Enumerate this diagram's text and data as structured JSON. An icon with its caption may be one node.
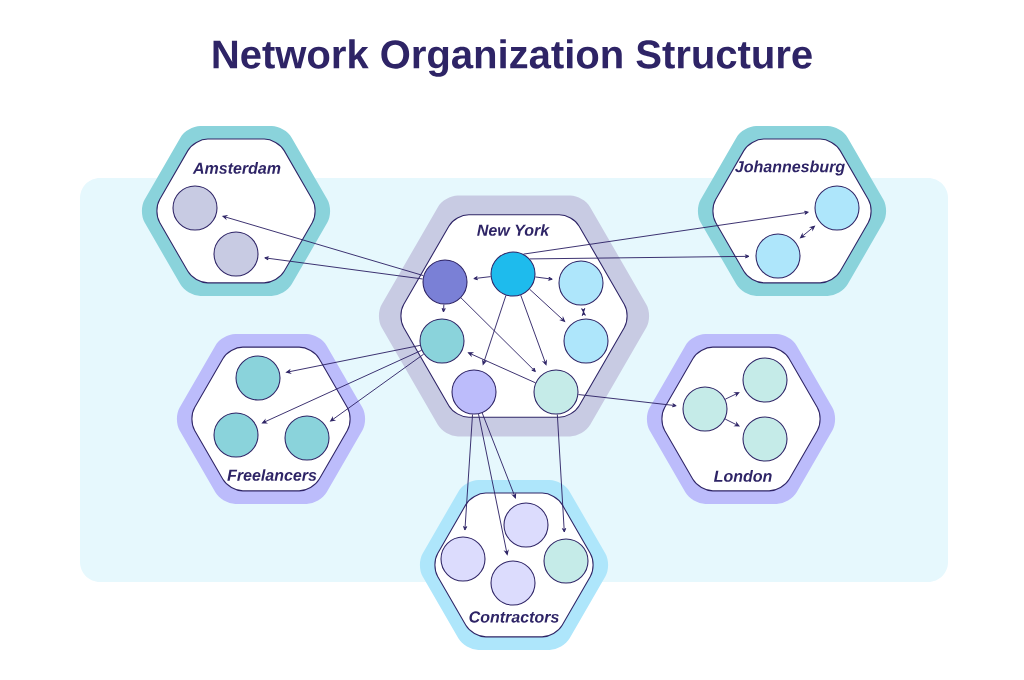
{
  "diagram": {
    "title": "Network Organization Structure",
    "nodes": [
      {
        "text": [
          "Amsterdam"
        ]
      },
      {
        "text": [],
        "shape": "circle",
        "in": 0
      },
      {
        "text": [],
        "shape": "circle",
        "in": 0
      },
      {
        "text": [
          "Johannesburg"
        ]
      },
      {
        "text": [],
        "shape": "circle",
        "in": 3
      },
      {
        "text": [],
        "shape": "circle",
        "in": 3
      },
      {
        "text": [
          "New York"
        ]
      },
      {
        "text": [],
        "shape": "circle",
        "in": 6
      },
      {
        "text": [],
        "shape": "circle",
        "in": 6
      },
      {
        "text": [],
        "shape": "circle",
        "in": 6
      },
      {
        "text": [],
        "shape": "circle",
        "in": 6
      },
      {
        "text": [],
        "shape": "circle",
        "in": 6
      },
      {
        "text": [],
        "shape": "circle",
        "in": 6
      },
      {
        "text": [],
        "shape": "circle",
        "in": 6
      },
      {
        "text": [
          "Freelancers"
        ]
      },
      {
        "text": [],
        "shape": "circle",
        "in": 14
      },
      {
        "text": [],
        "shape": "circle",
        "in": 14
      },
      {
        "text": [],
        "shape": "circle",
        "in": 14
      },
      {
        "text": [
          "London"
        ]
      },
      {
        "text": [],
        "shape": "circle",
        "in": 18
      },
      {
        "text": [],
        "shape": "circle",
        "in": 18
      },
      {
        "text": [],
        "shape": "circle",
        "in": 18
      },
      {
        "text": [
          "Contractors"
        ]
      },
      {
        "text": [],
        "shape": "circle",
        "in": 22
      },
      {
        "text": [],
        "shape": "circle",
        "in": 22
      },
      {
        "text": [],
        "shape": "circle",
        "in": 22
      },
      {
        "text": [],
        "shape": "circle",
        "in": 22
      }
    ],
    "edges": [
      {
        "from": 7,
        "to": 1,
        "arrow": "to"
      },
      {
        "from": 7,
        "to": 2,
        "arrow": "to"
      },
      {
        "from": 8,
        "to": 4,
        "arrow": "to"
      },
      {
        "from": 8,
        "to": 5,
        "arrow": "to"
      },
      {
        "from": 5,
        "to": 4,
        "arrow": "both"
      },
      {
        "from": 8,
        "to": 7,
        "arrow": "to"
      },
      {
        "from": 8,
        "to": 9,
        "arrow": "to"
      },
      {
        "from": 8,
        "to": 11,
        "arrow": "to"
      },
      {
        "from": 8,
        "to": 12,
        "arrow": "to"
      },
      {
        "from": 8,
        "to": 13,
        "arrow": "to"
      },
      {
        "from": 7,
        "to": 10,
        "arrow": "to"
      },
      {
        "from": 7,
        "to": 13,
        "arrow": "to"
      },
      {
        "from": 13,
        "to": 10,
        "arrow": "to"
      },
      {
        "from": 9,
        "to": 11,
        "arrow": "both"
      },
      {
        "from": 10,
        "to": 15,
        "arrow": "to"
      },
      {
        "from": 10,
        "to": 16,
        "arrow": "to"
      },
      {
        "from": 10,
        "to": 17,
        "arrow": "to"
      },
      {
        "from": 13,
        "to": 19,
        "arrow": "to"
      },
      {
        "from": 19,
        "to": 20,
        "arrow": "to"
      },
      {
        "from": 19,
        "to": 21,
        "arrow": "to"
      },
      {
        "from": 12,
        "to": 23,
        "arrow": "to"
      },
      {
        "from": 12,
        "to": 24,
        "arrow": "to"
      },
      {
        "from": 12,
        "to": 25,
        "arrow": "to"
      },
      {
        "from": 13,
        "to": 26,
        "arrow": "to"
      }
    ]
  }
}
